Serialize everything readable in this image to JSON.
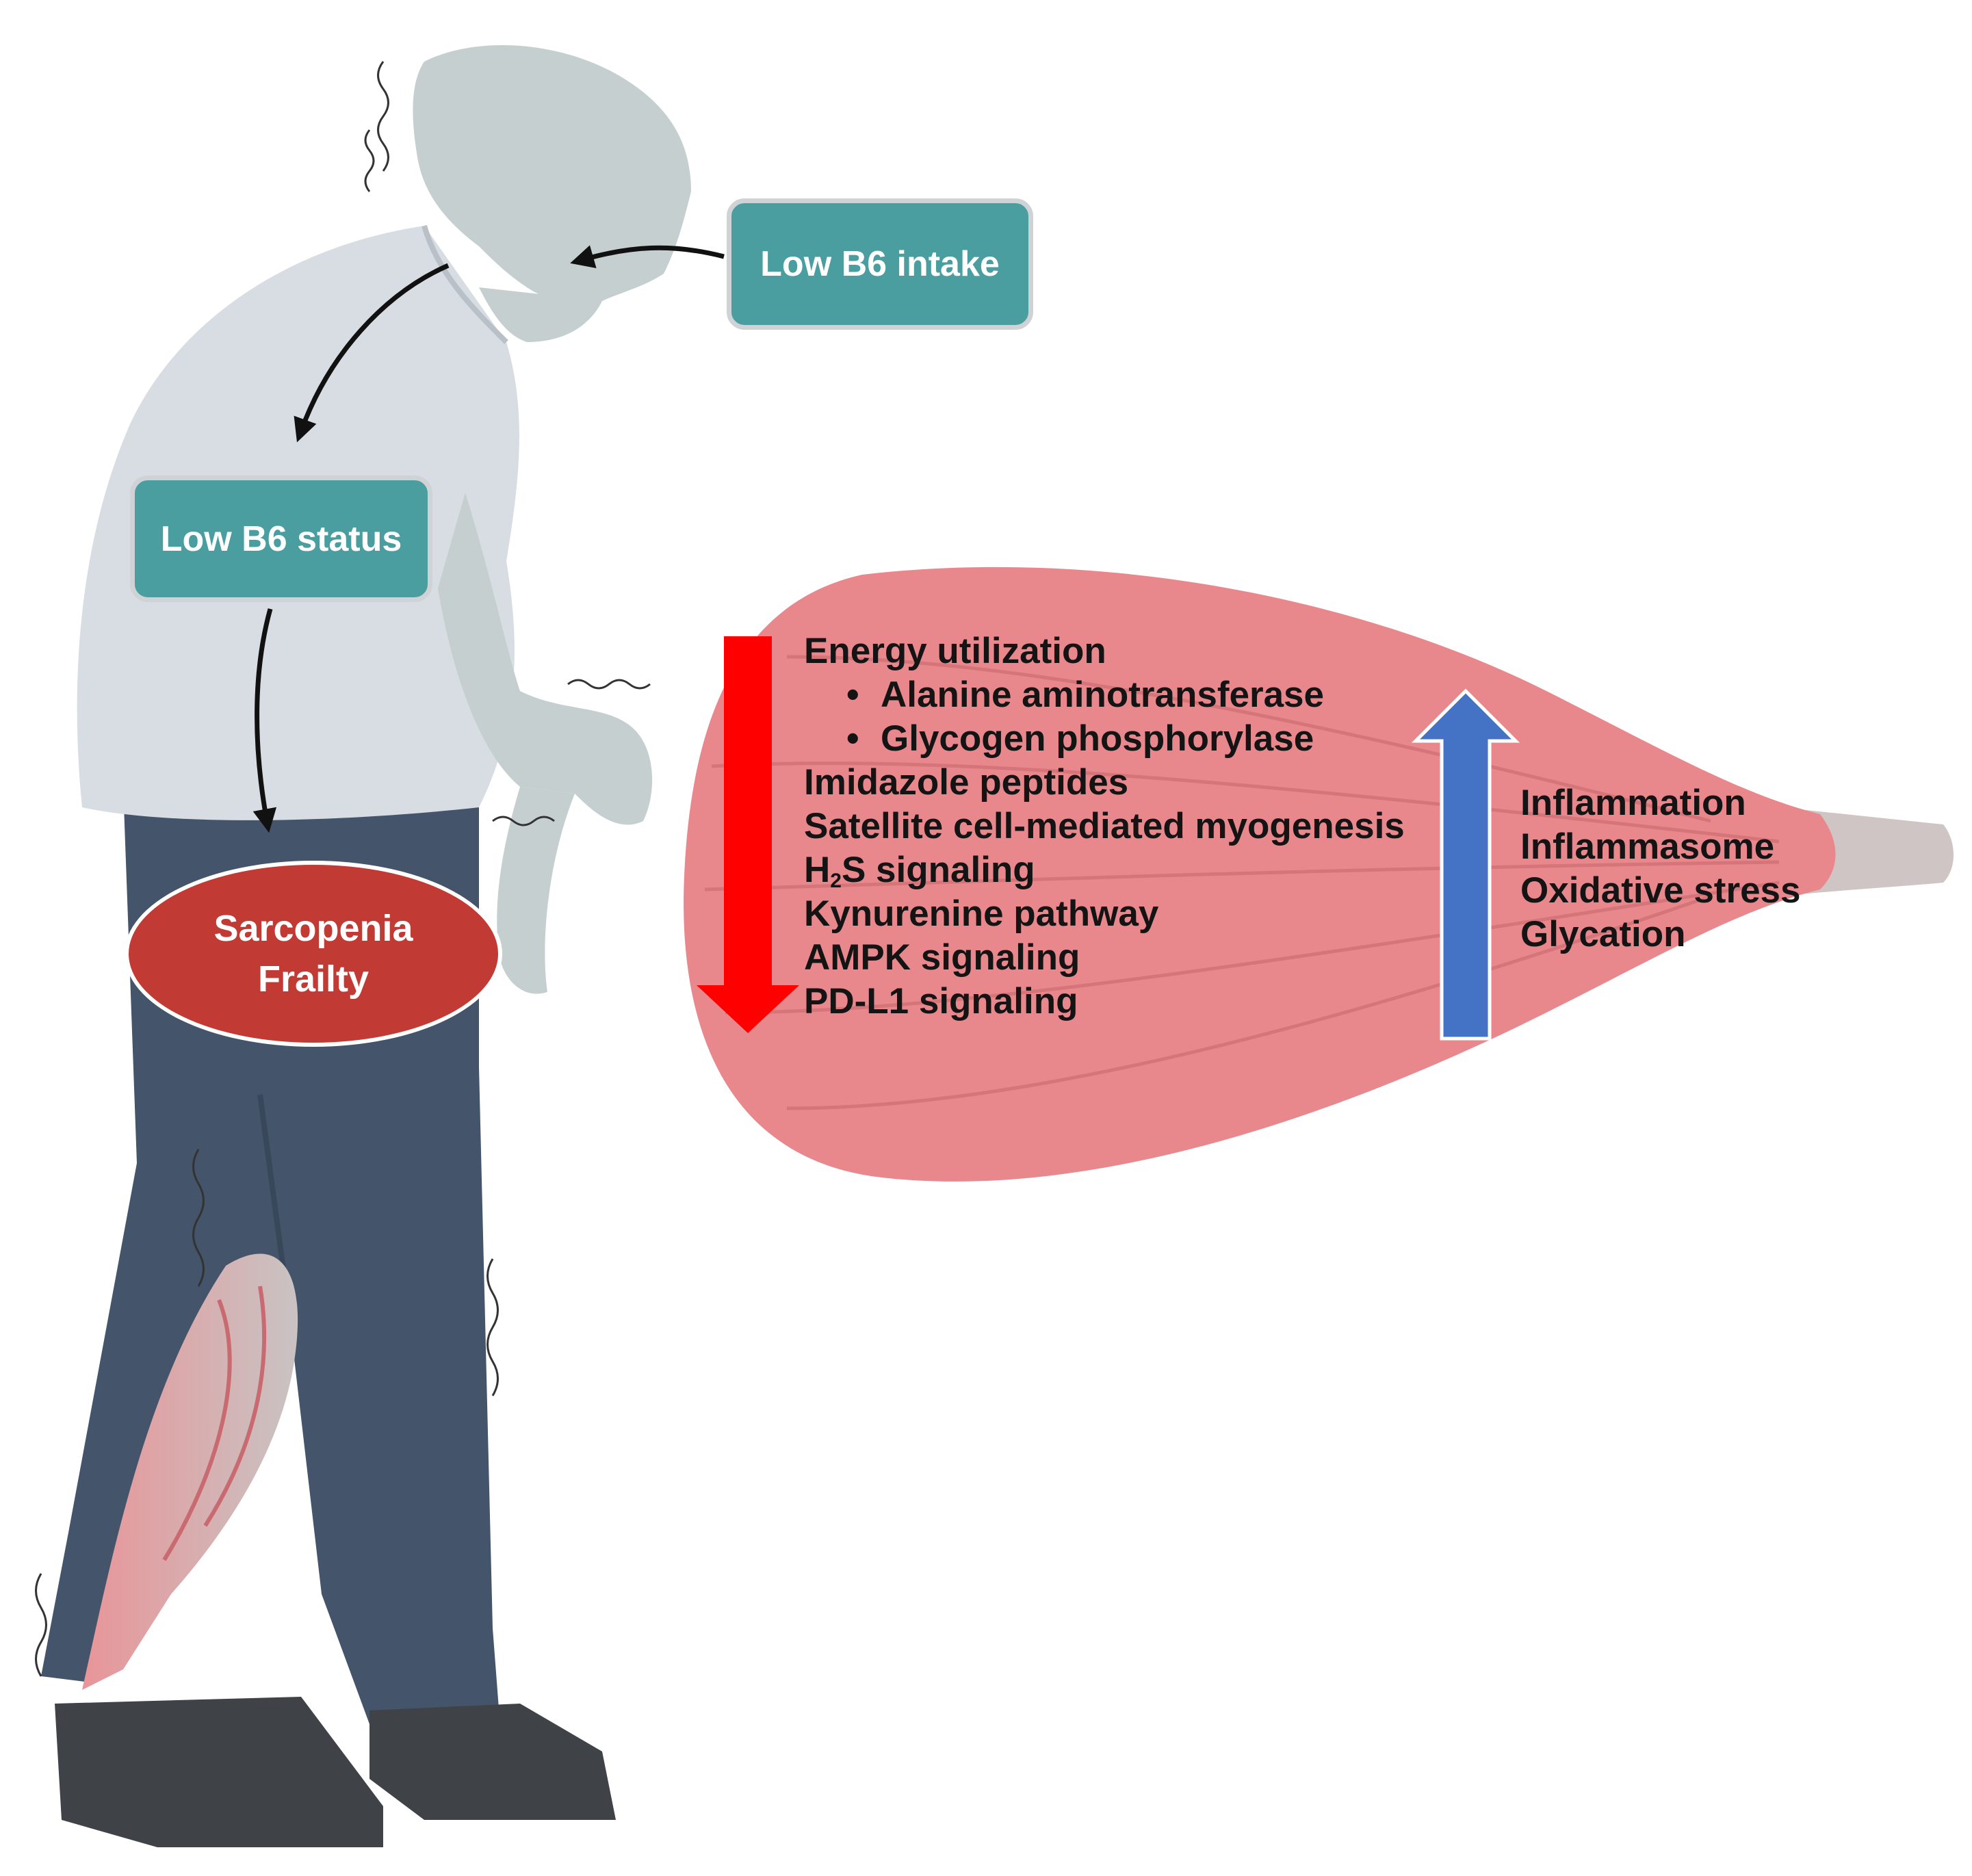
{
  "boxes": {
    "intake": "Low B6 intake",
    "status": "Low B6 status",
    "outcome_line1": "Sarcopenia",
    "outcome_line2": "Frailty"
  },
  "decreased": {
    "items": [
      "Energy utilization",
      "Imidazole peptides",
      "Satellite cell-mediated myogenesis",
      "Kynurenine pathway",
      "AMPK signaling",
      "PD-L1 signaling"
    ],
    "subitems": [
      "Alanine aminotransferase",
      "Glycogen phosphorylase"
    ],
    "h2s": {
      "main": "H",
      "subscript": "2",
      "rest": "S signaling"
    },
    "bullet": "•"
  },
  "increased": {
    "items": [
      "Inflammation",
      "Inflammasome",
      "Oxidative stress",
      "Glycation"
    ]
  },
  "colors": {
    "teal_box": "#4a9ea0",
    "ellipse": "#c13a33",
    "down_arrow": "#ff0000",
    "up_arrow": "#4472c4",
    "muscle": "#e8888c",
    "shirt": "#d8dde3",
    "trousers": "#44546a",
    "skin": "#c6cfcf"
  }
}
